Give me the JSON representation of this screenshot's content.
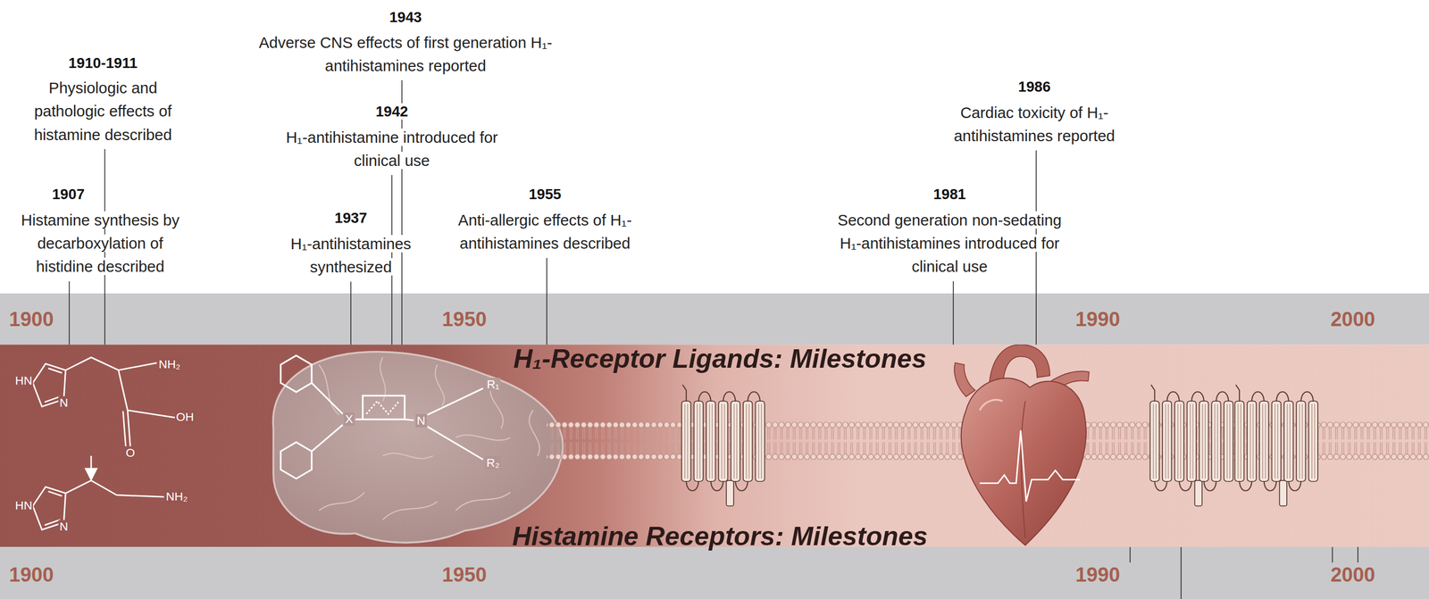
{
  "diagram": {
    "nodes": [
      {
        "text": [
          "1900",
          "1950",
          "1990",
          "2000"
        ]
      },
      {
        "text": [
          "H₁-Receptor Ligands: Milestones",
          "Histamine Receptors: Milestones"
        ]
      },
      {
        "text": [
          "1900",
          "1950",
          "1990",
          "2000"
        ]
      }
    ],
    "labels": [
      "1943",
      "Adverse CNS effects of first generation H₁-antihistamines reported",
      "1910-1911",
      "Physiologic and pathologic effects of histamine described",
      "1942",
      "H₁-antihistamine introduced for clinical use",
      "1986",
      "Cardiac toxicity of H₁-antihistamines reported",
      "1907",
      "Histamine synthesis by decarboxylation of histidine described",
      "1937",
      "H₁-antihistamines synthesized",
      "1955",
      "Anti-allergic effects of H₁-antihistamines described",
      "1981",
      "Second generation non-sedating H₁-antihistamines introduced for clinical use",
      "HN",
      "N",
      "NH₂",
      "OH",
      "O",
      "HN",
      "N",
      "NH₂",
      "X",
      "N",
      "R₁",
      "R₂"
    ]
  }
}
